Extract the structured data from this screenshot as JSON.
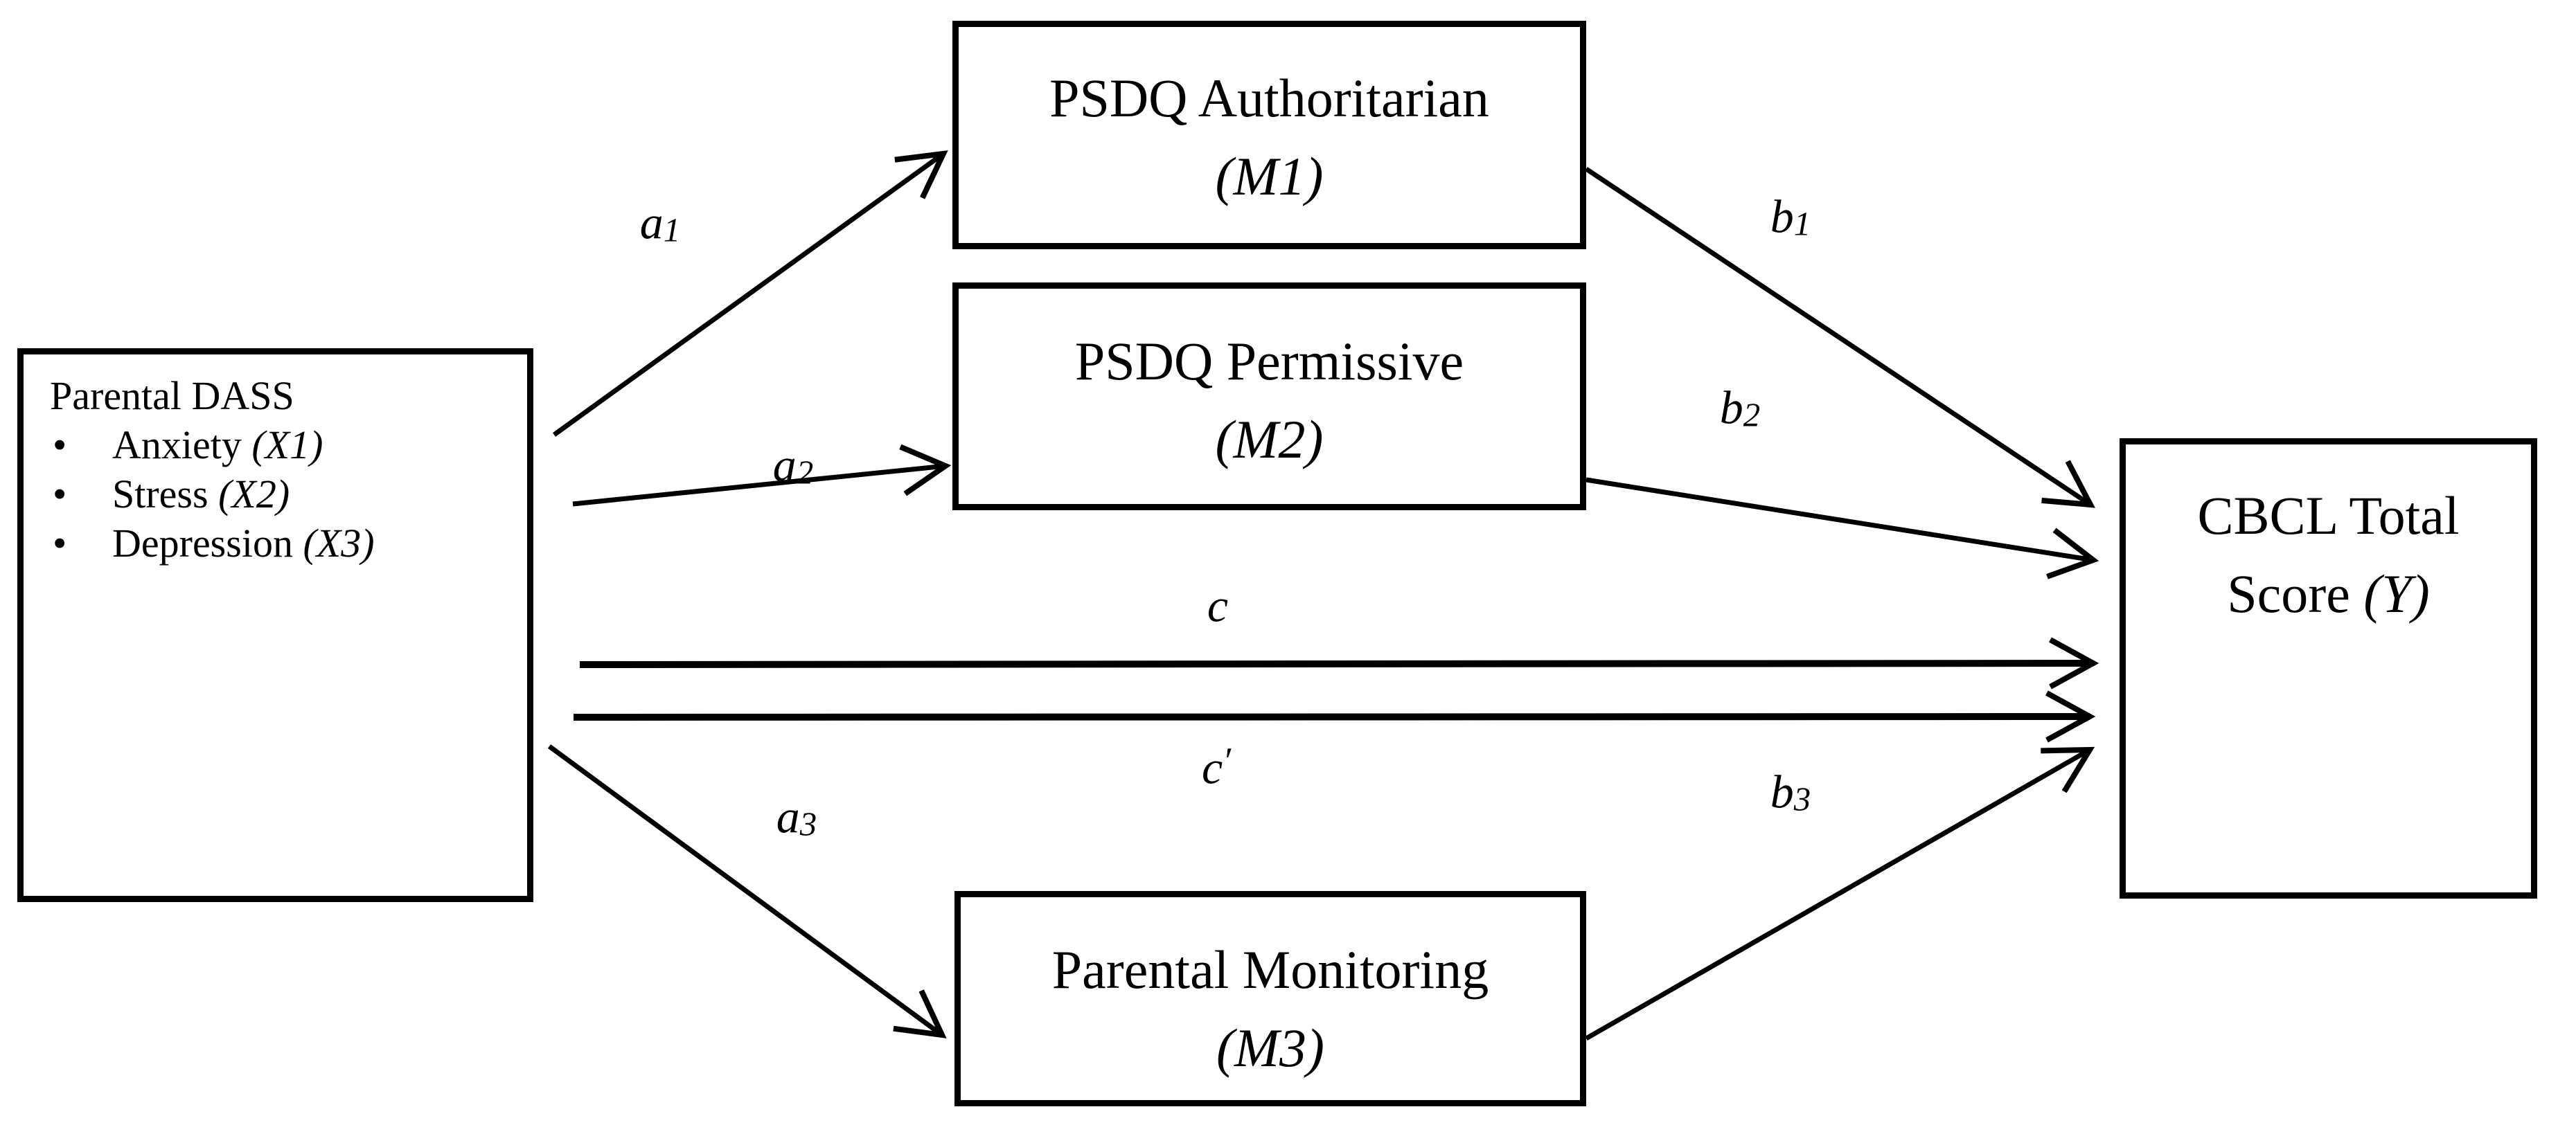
{
  "diagram_type": "mediation-path-model",
  "boxes": {
    "x": {
      "title": "Parental DASS",
      "items": [
        {
          "text": "Anxiety",
          "var": "(X1)"
        },
        {
          "text": "Stress",
          "var": "(X2)"
        },
        {
          "text": "Depression",
          "var": "(X3)"
        }
      ],
      "bullet": "•"
    },
    "m1": {
      "title": "PSDQ Authoritarian",
      "var": "(M1)"
    },
    "m2": {
      "title": "PSDQ Permissive",
      "var": "(M2)"
    },
    "m3": {
      "title": "Parental Monitoring",
      "var": "(M3)"
    },
    "y": {
      "line1": "CBCL Total",
      "line2": "Score",
      "var": "(Y)"
    }
  },
  "edge_labels": {
    "a1": {
      "base": "a",
      "sub": "1"
    },
    "a2": {
      "base": "a",
      "sub": "2"
    },
    "a3": {
      "base": "a",
      "sub": "3"
    },
    "b1": {
      "base": "b",
      "sub": "1"
    },
    "b2": {
      "base": "b",
      "sub": "2"
    },
    "b3": {
      "base": "b",
      "sub": "3"
    },
    "c": {
      "base": "c"
    },
    "c_prime": {
      "base": "c",
      "prime": "′"
    }
  },
  "arrows": [
    {
      "id": "a1",
      "from": "Parental DASS",
      "to": "PSDQ Authoritarian (M1)",
      "label": "a1"
    },
    {
      "id": "a2",
      "from": "Parental DASS",
      "to": "PSDQ Permissive (M2)",
      "label": "a2"
    },
    {
      "id": "a3",
      "from": "Parental DASS",
      "to": "Parental Monitoring (M3)",
      "label": "a3"
    },
    {
      "id": "b1",
      "from": "PSDQ Authoritarian (M1)",
      "to": "CBCL Total Score (Y)",
      "label": "b1"
    },
    {
      "id": "b2",
      "from": "PSDQ Permissive (M2)",
      "to": "CBCL Total Score (Y)",
      "label": "b2"
    },
    {
      "id": "b3",
      "from": "Parental Monitoring (M3)",
      "to": "CBCL Total Score (Y)",
      "label": "b3"
    },
    {
      "id": "c",
      "from": "Parental DASS",
      "to": "CBCL Total Score (Y)",
      "label": "c"
    },
    {
      "id": "c_prime",
      "from": "Parental DASS",
      "to": "CBCL Total Score (Y)",
      "label": "c′"
    }
  ],
  "colors": {
    "ink": "#000000",
    "background": "#ffffff"
  }
}
